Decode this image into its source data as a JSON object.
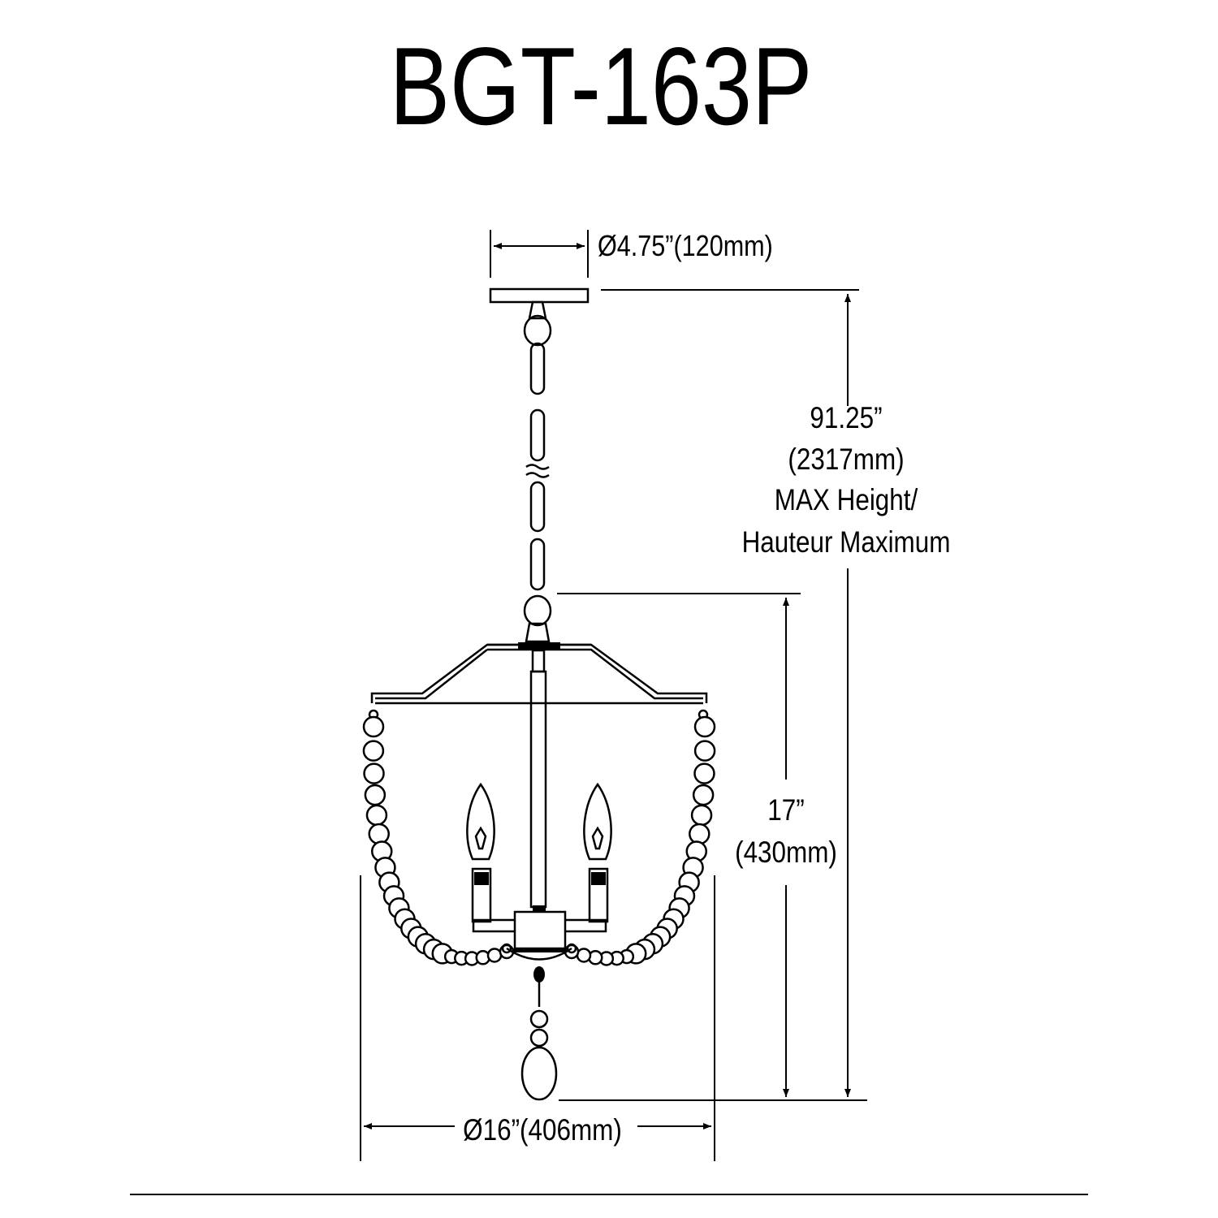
{
  "title": "BGT-163P",
  "dimensions": {
    "canopy": "Ø4.75”(120mm)",
    "max_height": [
      "91.25”",
      "(2317mm)",
      "MAX Height/",
      "Hauteur Maximum"
    ],
    "fixture_height": [
      "17”",
      "(430mm)"
    ],
    "width": "Ø16”(406mm)"
  }
}
